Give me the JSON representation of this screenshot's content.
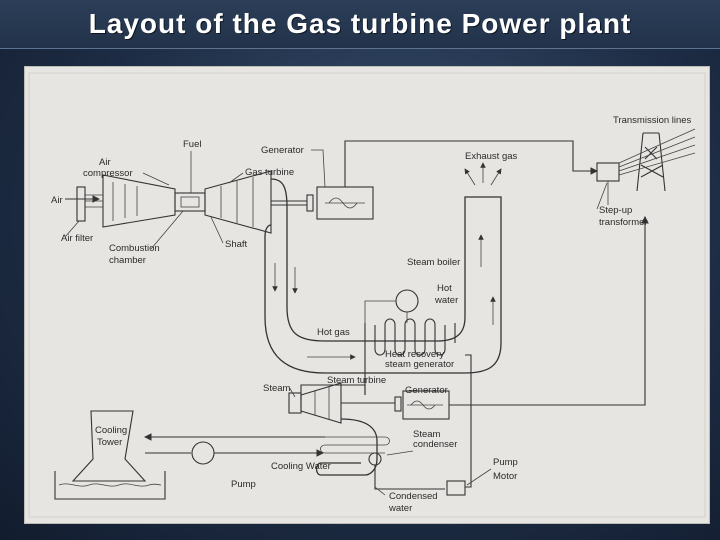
{
  "slide": {
    "title": "Layout of the Gas turbine Power plant"
  },
  "diagram": {
    "labels": {
      "fuel": "Fuel",
      "generator_top": "Generator",
      "air_compressor": "Air\ncompressor",
      "gas_turbine": "Gas turbine",
      "air": "Air",
      "air_filter": "Air filter",
      "shaft": "Shaft",
      "combustion_chamber": "Combustion\nchamber",
      "exhaust_gas": "Exhaust gas",
      "transmission_lines": "Transmission  lines",
      "step_up_transformer": "Step-up\ntransformer",
      "steam_boiler": "Steam boiler",
      "hot_water": "Hot\nwater",
      "hot_gas": "Hot gas",
      "hrsg": "Heat recovery\nsteam generator",
      "steam": "Steam",
      "steam_turbine": "Steam turbine",
      "generator_bottom": "Generator",
      "cooling_tower": "Cooling\nTower",
      "cooling_water": "Cooling Water",
      "steam_condenser": "Steam\ncondenser",
      "pump_left": "Pump",
      "pump_motor": "Pump\nMotor",
      "condensed_water": "Condensed\nwater"
    }
  }
}
